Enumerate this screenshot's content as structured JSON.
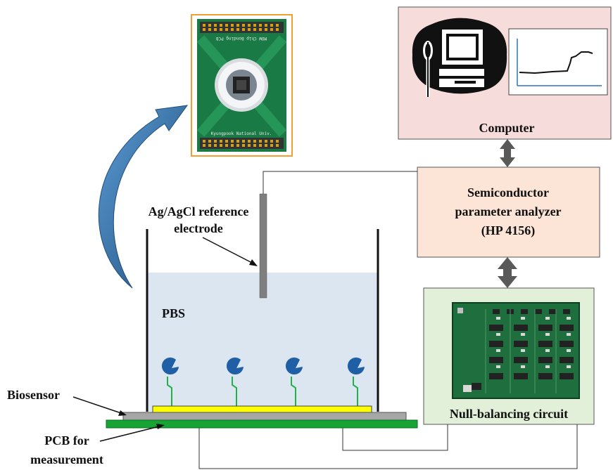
{
  "labels": {
    "computer": "Computer",
    "analyzer_line1": "Semiconductor",
    "analyzer_line2": "parameter analyzer",
    "analyzer_line3": "(HP 4156)",
    "null_circuit": "Null-balancing circuit",
    "reference_line1": "Ag/AgCl reference",
    "reference_line2": "electrode",
    "pbs": "PBS",
    "biosensor": "Biosensor",
    "pcb_line1": "PCB for",
    "pcb_line2": "measurement"
  },
  "chip_photo": {
    "top_text": "MOW Chip Bonding PCB",
    "bottom_text": "Kyungpook National Univ."
  },
  "colors": {
    "computer_box": "#f7dcdc",
    "analyzer_box": "#fce4d6",
    "null_box": "#e2efd9",
    "pbs_fill": "#dbe6f0",
    "pcb_green": "#16a534",
    "biosensor_gray": "#a6a6a6",
    "sensor_yellow": "#ffff00",
    "receptor_blue": "#1e5fa5",
    "curved_arrow_blue": "#2e74b5",
    "double_arrow_gray": "#595959"
  },
  "icons": [
    "computer-icon",
    "screwdriver-icon",
    "graph-window-icon"
  ]
}
